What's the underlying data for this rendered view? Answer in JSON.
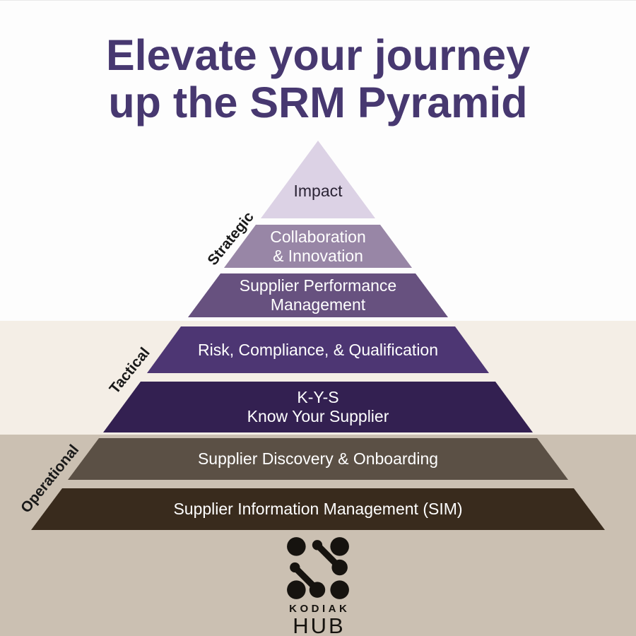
{
  "title": {
    "line1": "Elevate your journey",
    "line2": "up the SRM Pyramid",
    "color": "#473870"
  },
  "background": {
    "top_band_color": "#fdfdfd",
    "middle_band_color": "#f4eee6",
    "bottom_band_color": "#cbc0b2"
  },
  "pyramid": {
    "tier_labels": [
      {
        "label": "Strategic",
        "color": "#191919"
      },
      {
        "label": "Tactical",
        "color": "#191919"
      },
      {
        "label": "Operational",
        "color": "#191919"
      }
    ],
    "levels": [
      {
        "line1": "Impact",
        "color": "#dcd2e5",
        "text_color": "#2b2435"
      },
      {
        "line1": "Collaboration",
        "line2": "& Innovation",
        "color": "#9886a6",
        "text_color": "#ffffff"
      },
      {
        "line1": "Supplier Performance",
        "line2": "Management",
        "color": "#67517f",
        "text_color": "#ffffff"
      },
      {
        "line1": "Risk, Compliance, & Qualification",
        "color": "#4d3673",
        "text_color": "#ffffff"
      },
      {
        "line1": "K-Y-S",
        "line2": "Know Your Supplier",
        "color": "#332051",
        "text_color": "#ffffff"
      },
      {
        "line1": "Supplier Discovery & Onboarding",
        "color": "#5b5045",
        "text_color": "#ffffff"
      },
      {
        "line1": "Supplier Information Management (SIM)",
        "color": "#392b1d",
        "text_color": "#ffffff"
      }
    ]
  },
  "logo": {
    "brand_top": "KODIAK",
    "brand_bottom": "HUB",
    "color": "#16130f"
  }
}
